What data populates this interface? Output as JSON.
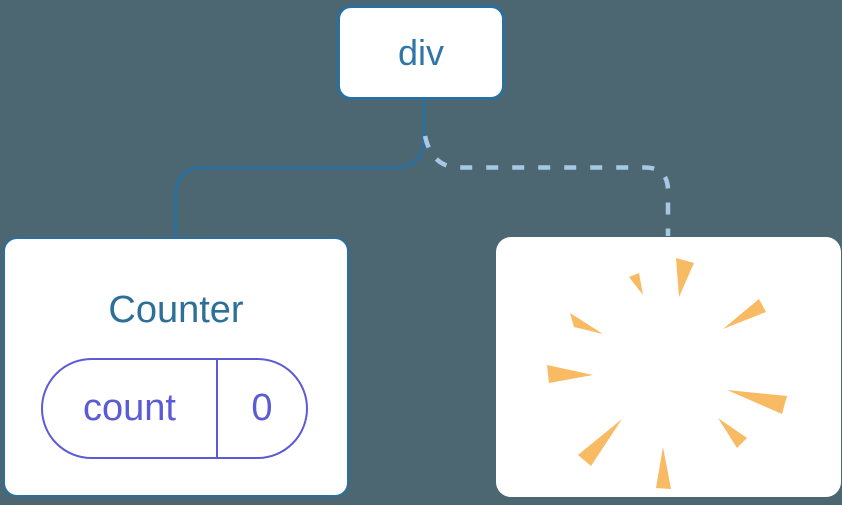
{
  "diagram": {
    "description": "Component tree: div root keeps Counter child (solid edge) while another child is removed (dashed edge to poof)",
    "root": {
      "label": "div"
    },
    "counter": {
      "title": "Counter",
      "state": {
        "key": "count",
        "value": "0"
      }
    },
    "removed": {
      "icon": "poof-icon"
    }
  },
  "colors": {
    "bg": "#4C6771",
    "node_border": "#2B6F9F",
    "node_text": "#3176A8",
    "title_text": "#2D7097",
    "pill_purple": "#5C5BD6",
    "poof_orange": "#F8BA62",
    "solid_line": "#2B6F9F",
    "dashed_line": "#A6C8E4",
    "card_bg": "#FFFFFF"
  }
}
